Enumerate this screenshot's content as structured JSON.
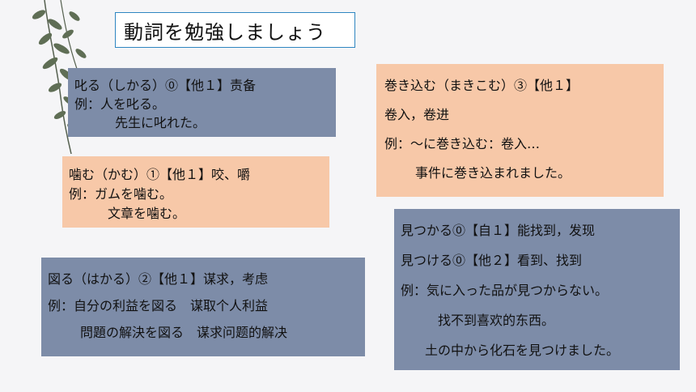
{
  "title": "動詞を勉強しましょう",
  "cards": {
    "shikaru": {
      "line1": "叱る（しかる）⓪【他１】责备",
      "line2": "例：人を叱る。",
      "line3": "先生に叱れた。"
    },
    "kamu": {
      "line1": "噛む（かむ）①【他１】咬、嚼",
      "line2": "例：ガムを噛む。",
      "line3": "文章を噛む。"
    },
    "hakaru": {
      "line1": "図る（はかる）②【他１】谋求，考虑",
      "line2": "例：自分の利益を図る　谋取个人利益",
      "line3": "問題の解決を図る　谋求问题的解决"
    },
    "makikomu": {
      "line1": "巻き込む（まきこむ）③【他１】",
      "line2": "卷入，卷进",
      "line3": "例：～に巻き込む：卷入…",
      "line4": "事件に巻き込まれました。"
    },
    "mitsukaru": {
      "line1": "見つかる⓪【自１】能找到，发现",
      "line2": "見つける⓪【他２】看到、找到",
      "line3": "例：気に入った品が見つからない。",
      "line4": "找不到喜欢的东西。",
      "line5": "土の中から化石を見つけました。"
    }
  },
  "colors": {
    "blue_card": "#7d8ca8",
    "peach_card": "#f7c8a8",
    "title_border": "#2e86c1",
    "background": "#f5f5f7"
  },
  "icons": [
    "plant-vine-decoration"
  ]
}
